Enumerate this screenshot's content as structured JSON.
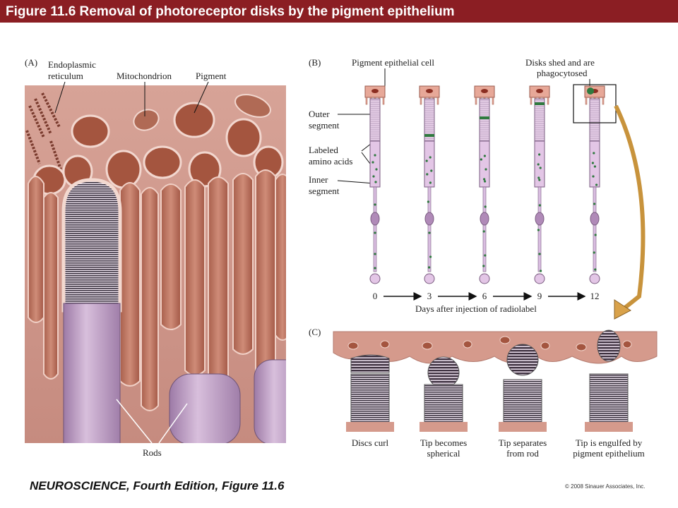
{
  "title": "Figure 11.6  Removal of photoreceptor disks by the pigment epithelium",
  "panel_a": {
    "letter": "(A)",
    "labels": {
      "er_line1": "Endoplasmic",
      "er_line2": "reticulum",
      "mitochondrion": "Mitochondrion",
      "pigment": "Pigment",
      "rods": "Rods"
    }
  },
  "panel_b": {
    "letter": "(B)",
    "labels": {
      "pigment_cell": "Pigment epithelial cell",
      "disks_shed_line1": "Disks shed and are",
      "disks_shed_line2": "phagocytosed",
      "outer_line1": "Outer",
      "outer_line2": "segment",
      "labeled_line1": "Labeled",
      "labeled_line2": "amino acids",
      "inner_line1": "Inner",
      "inner_line2": "segment"
    },
    "days": [
      "0",
      "3",
      "6",
      "9",
      "12"
    ],
    "axis_label": "Days after injection of radiolabel"
  },
  "panel_c": {
    "letter": "(C)",
    "steps": [
      {
        "line1": "Discs curl",
        "line2": ""
      },
      {
        "line1": "Tip becomes",
        "line2": "spherical"
      },
      {
        "line1": "Tip separates",
        "line2": "from rod"
      },
      {
        "line1": "Tip is engulfed by",
        "line2": "pigment epithelium"
      }
    ]
  },
  "footer": {
    "book": "NEUROSCIENCE, Fourth Edition, Figure 11.6",
    "copyright": "© 2008 Sinauer Associates, Inc."
  },
  "colors": {
    "title_bar": "#8b1e23",
    "epithelium": "#c98f85",
    "pigment": "#a4553f",
    "rod": "#c9a6cc",
    "label_dot": "#3a7a4a",
    "arrow": "#d9a24a"
  }
}
